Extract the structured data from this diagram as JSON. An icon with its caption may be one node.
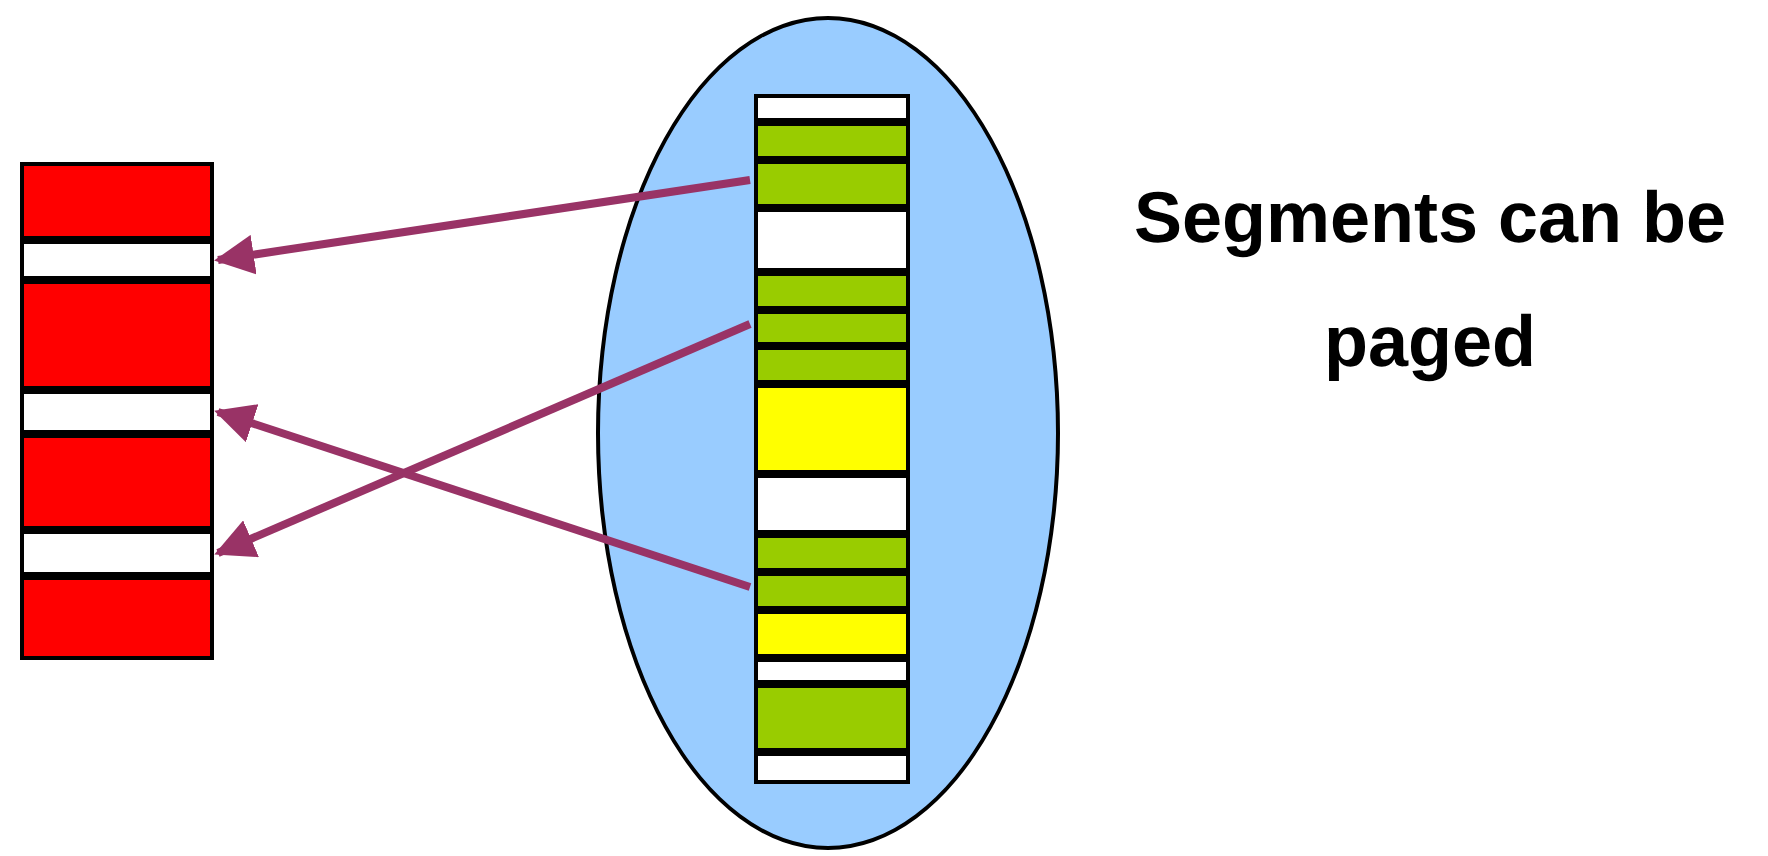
{
  "diagram": {
    "nodes": [
      {
        "text": [],
        "shape": "box"
      },
      {
        "text": [],
        "shape": "box"
      },
      {
        "text": [],
        "shape": "box"
      },
      {
        "text": [],
        "shape": "box"
      },
      {
        "text": [],
        "shape": "box"
      },
      {
        "text": [],
        "shape": "box"
      },
      {
        "text": [],
        "shape": "box"
      },
      {
        "text": [],
        "shape": "ellipse"
      },
      {
        "text": [],
        "shape": "box",
        "in": 7
      },
      {
        "text": [],
        "shape": "box",
        "in": 7
      },
      {
        "text": [],
        "shape": "box",
        "in": 7
      },
      {
        "text": [],
        "shape": "box",
        "in": 7
      },
      {
        "text": [],
        "shape": "box",
        "in": 7
      },
      {
        "text": [],
        "shape": "box",
        "in": 7
      },
      {
        "text": [],
        "shape": "box",
        "in": 7
      },
      {
        "text": [],
        "shape": "box",
        "in": 7
      },
      {
        "text": [],
        "shape": "box",
        "in": 7
      },
      {
        "text": [],
        "shape": "box",
        "in": 7
      },
      {
        "text": [],
        "shape": "box",
        "in": 7
      },
      {
        "text": [],
        "shape": "box",
        "in": 7
      },
      {
        "text": [],
        "shape": "box",
        "in": 7
      },
      {
        "text": [],
        "shape": "box",
        "in": 7
      },
      {
        "text": [],
        "shape": "box",
        "in": 7
      }
    ],
    "edges": [
      {
        "from": 10,
        "to": 1,
        "arrow": "to"
      },
      {
        "from": 13,
        "to": 5,
        "arrow": "to"
      },
      {
        "from": 18,
        "to": 3,
        "arrow": "to"
      }
    ],
    "labels": [
      "Segments can be paged"
    ]
  }
}
